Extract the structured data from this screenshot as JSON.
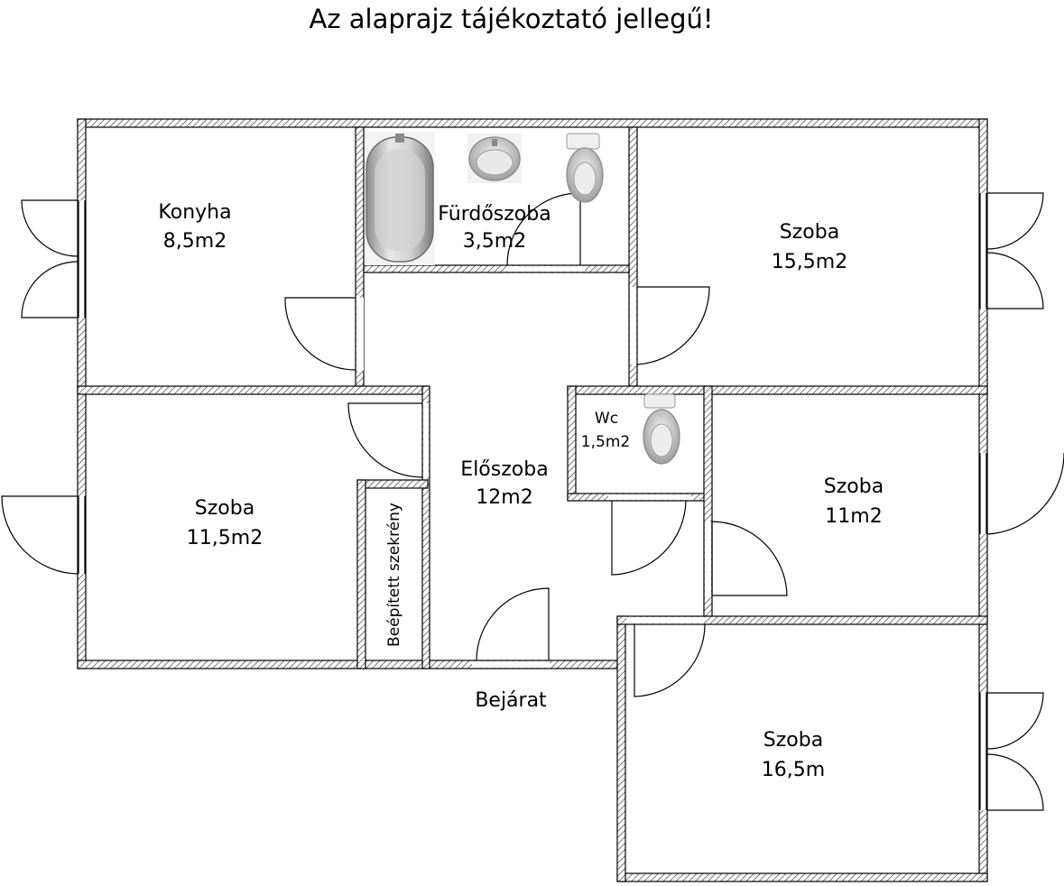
{
  "title": "Az alaprajz tájékoztató jellegű!",
  "rooms": {
    "konyha": {
      "name": "Konyha",
      "area": "8,5m2"
    },
    "furdoszoba": {
      "name": "Fürdőszoba",
      "area": "3,5m2"
    },
    "szoba_ne": {
      "name": "Szoba",
      "area": "15,5m2"
    },
    "wc": {
      "name": "Wc",
      "area": "1,5m2"
    },
    "szoba_w": {
      "name": "Szoba",
      "area": "11,5m2"
    },
    "eloszoba": {
      "name": "Előszoba",
      "area": "12m2"
    },
    "szoba_e": {
      "name": "Szoba",
      "area": "11m2"
    },
    "szoba_se": {
      "name": "Szoba",
      "area": "16,5m"
    },
    "closet": {
      "name": "Beépített szekrény"
    }
  },
  "entrance": "Bejárat",
  "fixtures": [
    "bathtub-icon",
    "sink-icon",
    "toilet-icon",
    "toilet-icon"
  ],
  "colors": {
    "wall": "#000000",
    "hatch": "#555555",
    "fixture": "#b5b5b5"
  }
}
